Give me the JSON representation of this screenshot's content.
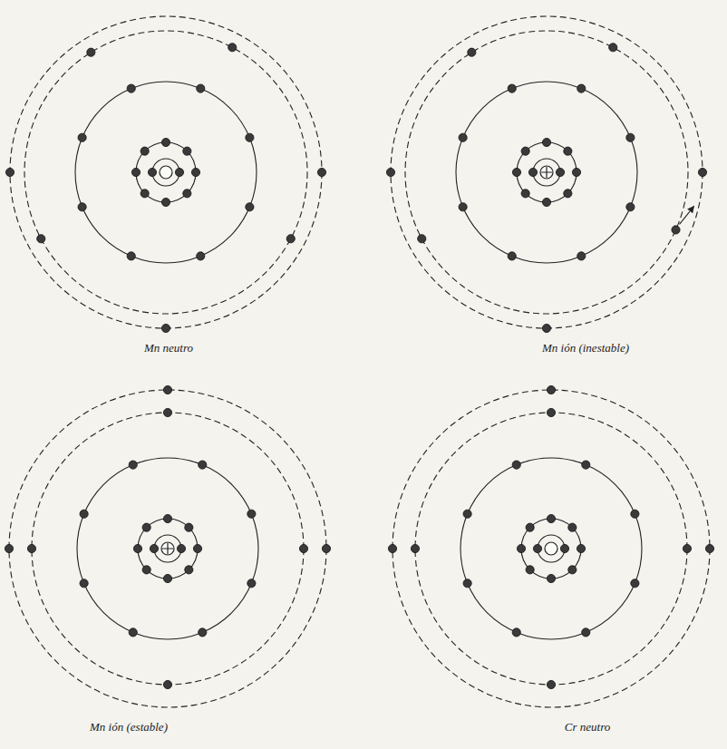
{
  "diagram": {
    "labels": [
      "Mn neutro",
      "Mn ión (inestable)",
      "Mn ión (estable)",
      "Cr neutro"
    ]
  }
}
